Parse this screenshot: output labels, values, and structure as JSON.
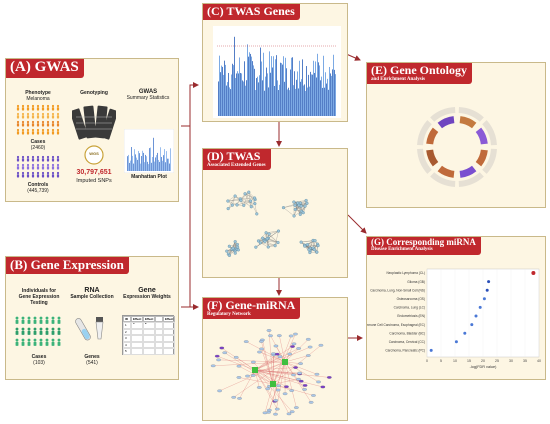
{
  "colors": {
    "accent_red": "#c0282d",
    "panel_bg": "#fdf6e3",
    "panel_border": "#c9b98a",
    "arrow": "#9a2b2e",
    "case_orange": "#f29b22",
    "control_purple": "#6a4fc6",
    "manhattan_blue": "#3f7fd6"
  },
  "gwas": {
    "title": "(A) GWAS",
    "phenotype": "Phenotype",
    "phenotype_sub": "Melanoma",
    "genotyping": "Genotyping",
    "gwas_label": "GWAS",
    "gwas_sub": "Summary Statistics",
    "cases_label": "Cases",
    "cases_count": "(2460)",
    "wgs_label": "WGS",
    "snp_count": "30,797,651",
    "snp_label": "Imputed SNPs",
    "manhattan_label": "Manhattan Plot",
    "controls_label": "Controls",
    "controls_count": "(445,739)"
  },
  "gene_expr": {
    "title": "(B) Gene Expression",
    "individuals": "Individuals for",
    "individuals2": "Gene Expression",
    "individuals3": "Testing",
    "rna": "RNA",
    "rna_sub": "Sample Collection",
    "gene": "Gene",
    "gene_sub": "Expression Weights",
    "cases_label": "Cases",
    "cases_count": "(103)",
    "genes_label": "Genes",
    "genes_count": "(541)",
    "table_cols": [
      "ID",
      "Effect 1",
      "Effect 2",
      "",
      "Effect"
    ],
    "table_rows": [
      "1",
      "2",
      "3",
      "4",
      "5"
    ]
  },
  "twas": {
    "title": "(C) TWAS Genes"
  },
  "twas_ext": {
    "title": "(D) TWAS",
    "subtitle": "Associated Extended Genes"
  },
  "gene_mirna": {
    "title": "(F) Gene-miRNA",
    "subtitle": "Regulatory Network"
  },
  "gene_ontology": {
    "title": "(E) Gene Ontology",
    "subtitle": "and Enrichment Analysis"
  },
  "mirna_disease": {
    "title": "(G) Corresponding miRNA",
    "subtitle": "Disease Enrichment Analysis"
  },
  "chart_data": {
    "type": "scatter",
    "title": "",
    "xlabel": "-log(FDR value)",
    "ylabel": "",
    "xlim": [
      0,
      40
    ],
    "xticks": [
      0,
      5,
      10,
      15,
      20,
      25,
      30,
      35,
      40
    ],
    "categories": [
      "Neoplastic Lymphoma (CL)",
      "Glioma (GB)",
      "Carcinoma, Lung, Non-Small Cell (NS)",
      "Osteosarcoma (OS)",
      "Carcinoma, Lung (LC)",
      "Endometriosis (EN)",
      "Immune Cell Carcinoma, Esophageal (EC)",
      "Carcinoma, Bladder (BC)",
      "Carcinoma, Cervical (CC)",
      "Carcinoma, Pancreatic (PC)"
    ],
    "values": [
      38,
      22,
      21.5,
      20.5,
      19,
      17.5,
      16,
      13.5,
      10.5,
      1.5
    ],
    "grid": true
  }
}
